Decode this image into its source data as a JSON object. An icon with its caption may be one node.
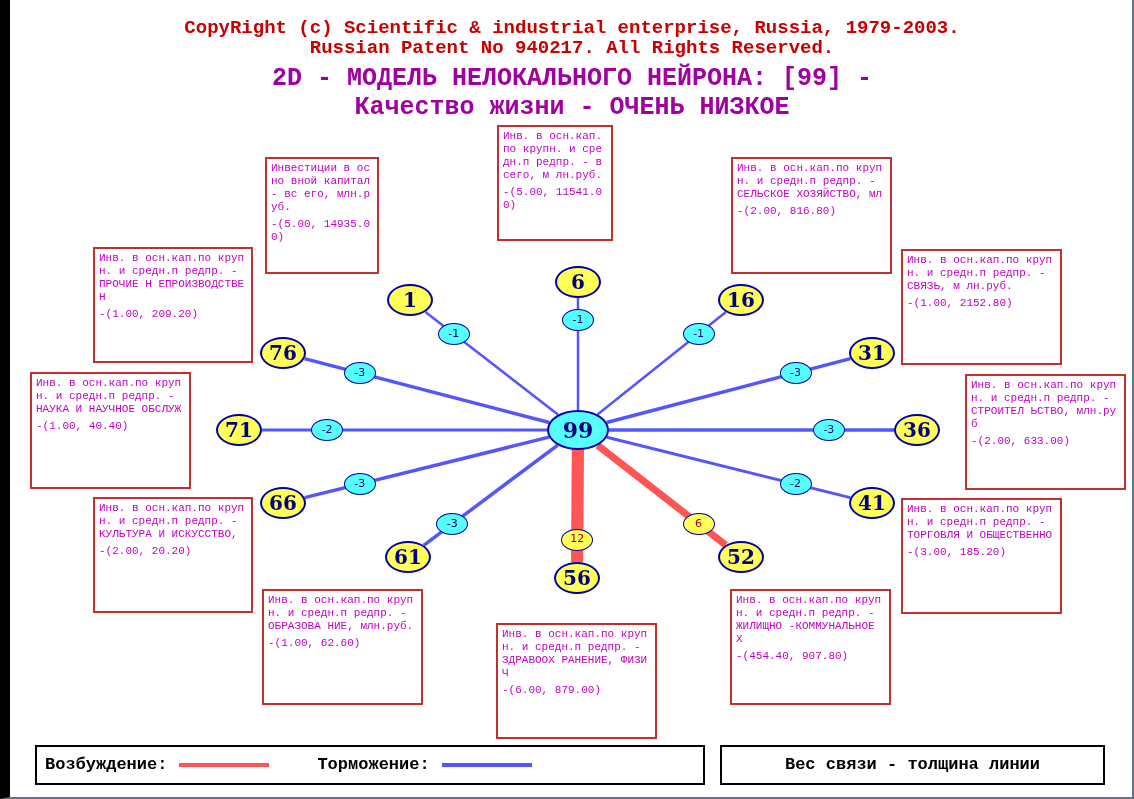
{
  "diagram": {
    "title": "2D - МОДЕЛЬ НЕЛОКАЛЬНОГО НЕЙРОНА: [99] - Качество жизни - ОЧЕНЬ НИЗКОЕ",
    "nodes": [
      {
        "text": [
          "Инвестиции в осно вной капитал - вс его, млн.руб.",
          "-(5.00, 14935.00)"
        ]
      },
      {
        "text": [
          "Инв. в осн.кап.по крупн. и средн.п редпр. - всего, м лн.руб.",
          "-(5.00, 11541.00)"
        ]
      },
      {
        "text": [
          "Инв. в осн.кап.по крупн. и средн.п редпр. - СЕЛЬСКОЕ ХОЗЯЙСТВО, мл",
          "-(2.00, 816.80)"
        ]
      },
      {
        "text": [
          "Инв. в осн.кап.по крупн. и средн.п редпр. - ПРОЧИЕ Н ЕПРОИЗВОДСТВЕН",
          "-(1.00, 209.20)"
        ]
      },
      {
        "text": [
          "Инв. в осн.кап.по крупн. и средн.п редпр. - СВЯЗЬ, м лн.руб.",
          "-(1.00, 2152.80)"
        ]
      },
      {
        "text": [
          "Инв. в осн.кап.по крупн. и средн.п редпр. - НАУКА И НАУЧНОЕ ОБСЛУЖ",
          "-(1.00, 40.40)"
        ]
      },
      {
        "text": [
          "Инв. в осн.кап.по крупн. и средн.п редпр. - СТРОИТЕЛ ЬСТВО, млн.руб",
          "-(2.00, 633.00)"
        ]
      },
      {
        "text": [
          "Инв. в осн.кап.по крупн. и средн.п редпр. - КУЛЬТУРА И ИСКУССТВО,",
          "-(2.00, 20.20)"
        ]
      },
      {
        "text": [
          "Инв. в осн.кап.по крупн. и средн.п редпр. - ТОРГОВЛЯ И ОБЩЕСТВЕННО",
          "-(3.00, 185.20)"
        ]
      },
      {
        "text": [
          "Инв. в осн.кап.по крупн. и средн.п редпр. - ОБРАЗОВА НИЕ, млн.руб.",
          "-(1.00, 62.60)"
        ]
      },
      {
        "text": [
          "Инв. в осн.кап.по крупн. и средн.п редпр. - ЖИЛИЩНО -КОММУНАЛЬНОЕ Х",
          "-(454.40, 907.80)"
        ]
      },
      {
        "text": [
          "Инв. в осн.кап.по крупн. и средн.п редпр. - ЗДРАВООХ РАНЕНИЕ, ФИЗИЧ",
          "-(6.00, 879.00)"
        ]
      },
      {
        "text": [
          "1"
        ]
      },
      {
        "text": [
          "6"
        ]
      },
      {
        "text": [
          "16"
        ]
      },
      {
        "text": [
          "76"
        ]
      },
      {
        "text": [
          "31"
        ]
      },
      {
        "text": [
          "71"
        ]
      },
      {
        "text": [
          "99"
        ]
      },
      {
        "text": [
          "36"
        ]
      },
      {
        "text": [
          "66"
        ]
      },
      {
        "text": [
          "41"
        ]
      },
      {
        "text": [
          "61"
        ]
      },
      {
        "text": [
          "52"
        ]
      },
      {
        "text": [
          "56"
        ]
      }
    ],
    "edges": [
      {
        "from": 12,
        "to": 18,
        "arrow": "none",
        "label": "-1"
      },
      {
        "from": 13,
        "to": 18,
        "arrow": "none",
        "label": "-1"
      },
      {
        "from": 14,
        "to": 18,
        "arrow": "none",
        "label": "-1"
      },
      {
        "from": 16,
        "to": 18,
        "arrow": "none",
        "label": "-3"
      },
      {
        "from": 19,
        "to": 18,
        "arrow": "none",
        "label": "-3"
      },
      {
        "from": 21,
        "to": 18,
        "arrow": "none",
        "label": "-2"
      },
      {
        "from": 23,
        "to": 18,
        "arrow": "none",
        "label": "6",
        "style": "thick",
        "color": "#ff5555"
      },
      {
        "from": 24,
        "to": 18,
        "arrow": "none",
        "label": "12",
        "style": "thick",
        "color": "#ff5555"
      },
      {
        "from": 22,
        "to": 18,
        "arrow": "none",
        "label": "-3"
      },
      {
        "from": 20,
        "to": 18,
        "arrow": "none",
        "label": "-3"
      },
      {
        "from": 17,
        "to": 18,
        "arrow": "none",
        "label": "-2"
      },
      {
        "from": 15,
        "to": 18,
        "arrow": "none",
        "label": "-3"
      }
    ],
    "labels": [
      "CopyRight (c) Scientific & industrial enterprise, Russia, 1979-2003.",
      "Russian Patent No 940217. All Rights Reserved.",
      "Вес связи - толщина линии"
    ],
    "legend": [
      {
        "text": "Возбуждение:",
        "color": "#ff5555"
      },
      {
        "text": "Торможение:",
        "color": "#5555ff"
      }
    ]
  }
}
